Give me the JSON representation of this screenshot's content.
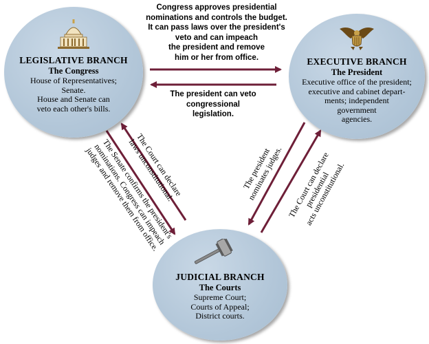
{
  "legislative": {
    "title": "LEGISLATIVE BRANCH",
    "subtitle": "The Congress",
    "desc_lines": [
      "House of Representatives;",
      "Senate.",
      "House and Senate can",
      "veto each other's bills."
    ],
    "icon": "capitol-dome-icon"
  },
  "executive": {
    "title": "EXECUTIVE BRANCH",
    "subtitle": "The President",
    "desc_lines": [
      "Executive office of the president;",
      "executive and cabinet depart-",
      "ments; independent",
      "government",
      "agencies."
    ],
    "icon": "eagle-seal-icon"
  },
  "judicial": {
    "title": "JUDICIAL BRANCH",
    "subtitle": "The  Courts",
    "desc_lines": [
      "Supreme Court;",
      "Courts of Appeal;",
      "District courts."
    ],
    "icon": "gavel-icon"
  },
  "checks": {
    "leg_to_exe": [
      "Congress approves presidential",
      "nominations and controls the budget.",
      "It can pass laws over the president's",
      "veto and can impeach",
      "the president and remove",
      "him or her from office."
    ],
    "exe_to_leg": [
      "The president can veto",
      "congressional",
      "legislation."
    ],
    "jud_to_leg": [
      "The Court can declare",
      "laws unconstitutional."
    ],
    "leg_to_jud": [
      "The Senate confirms the president's",
      "nominations. Congress can impeach",
      "judges and remove them from office."
    ],
    "exe_to_jud": [
      "The president",
      "nominates judges."
    ],
    "jud_to_exe": [
      "The Court can declare",
      "presidential",
      "acts unconstitutional."
    ]
  },
  "colors": {
    "arrow": "#6e1f38",
    "circle": "#b3c7d9"
  }
}
